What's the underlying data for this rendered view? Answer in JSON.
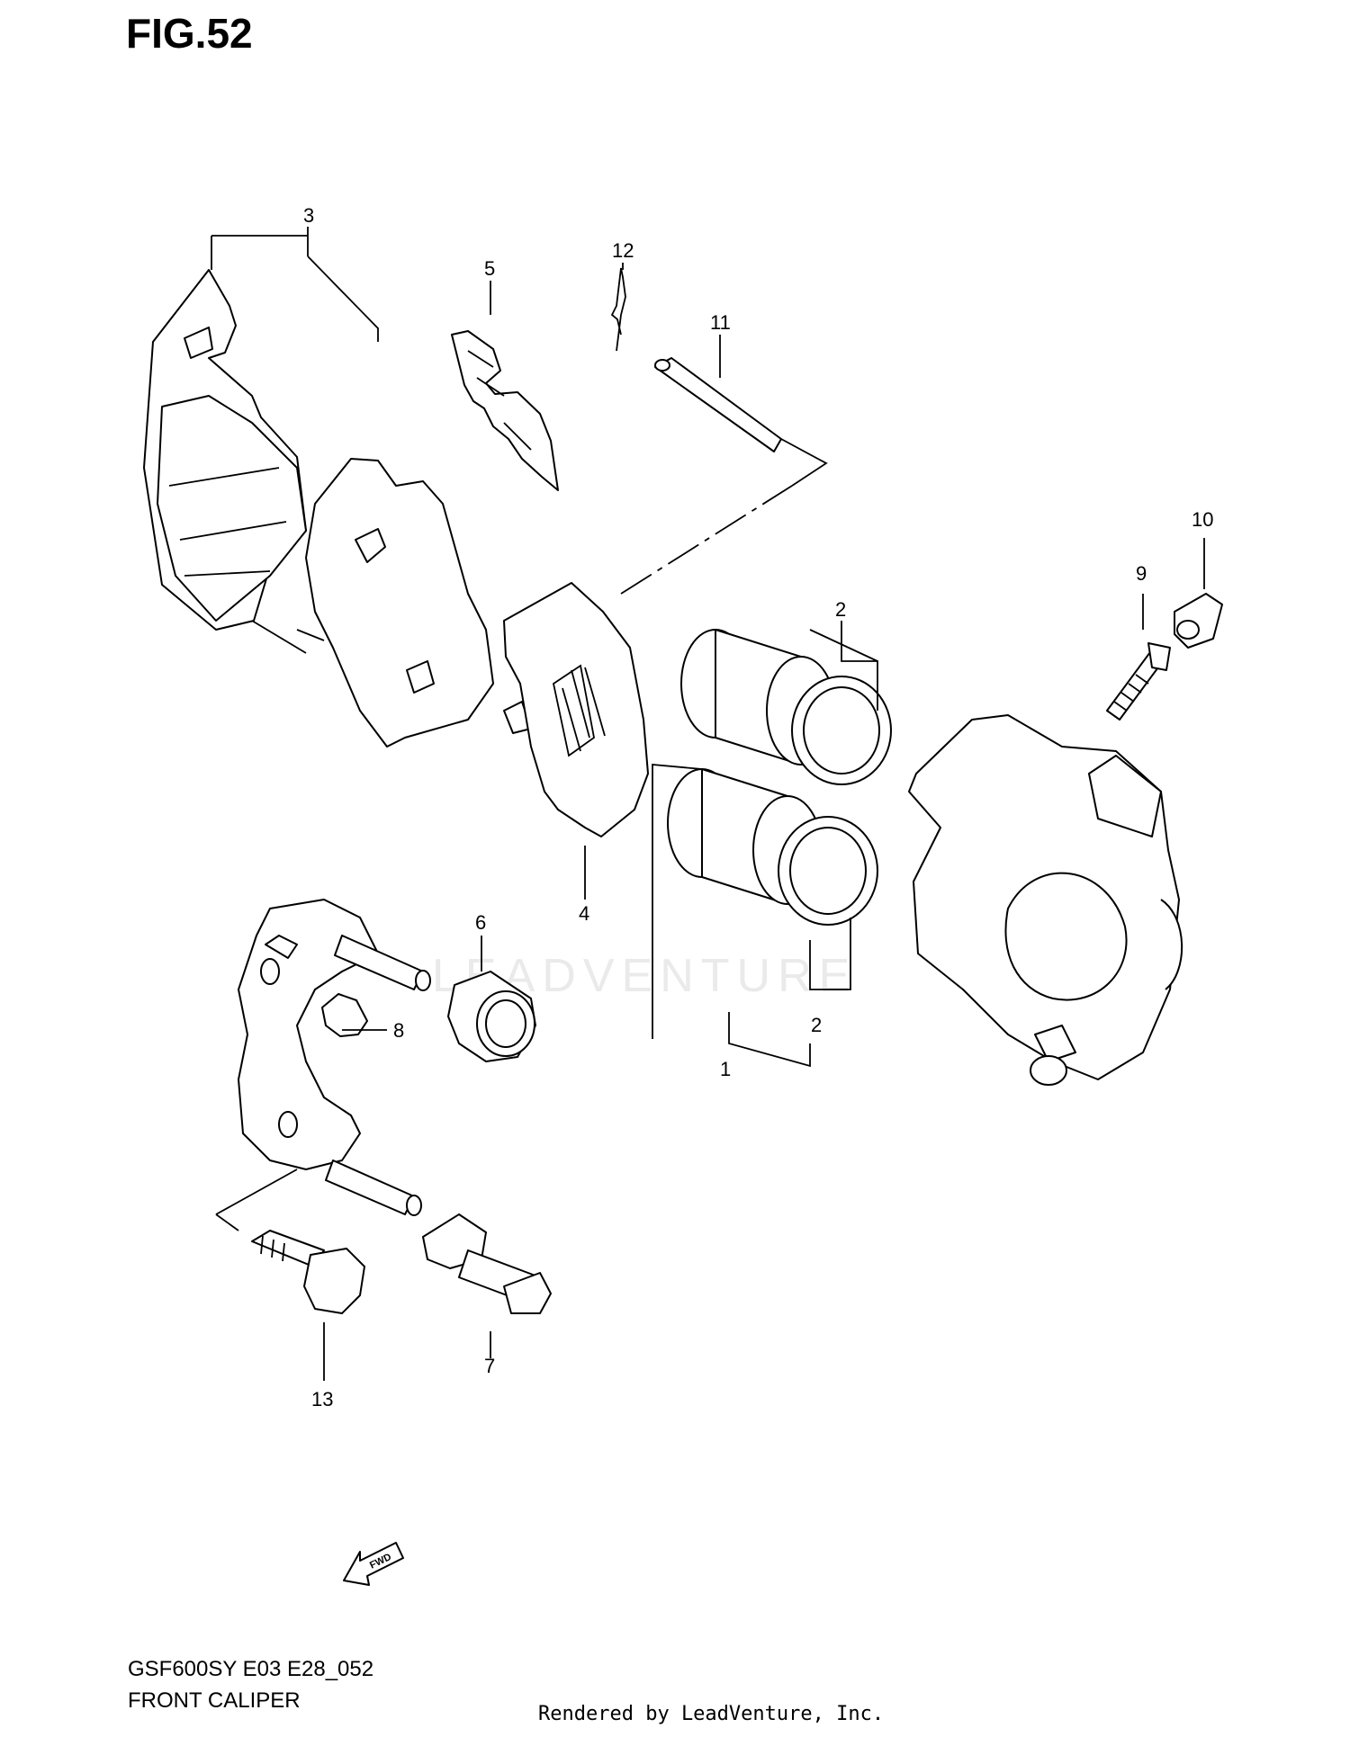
{
  "figure": {
    "title": "FIG.52",
    "code": "GSF600SY E03 E28_052",
    "name": "FRONT CALIPER"
  },
  "credit": "Rendered by LeadVenture, Inc.",
  "watermark": "LEADVENTURE",
  "fwd_arrow_label": "FWD",
  "callouts": [
    {
      "id": "callout-1",
      "text": "1"
    },
    {
      "id": "callout-2a",
      "text": "2"
    },
    {
      "id": "callout-2b",
      "text": "2"
    },
    {
      "id": "callout-3",
      "text": "3"
    },
    {
      "id": "callout-4",
      "text": "4"
    },
    {
      "id": "callout-5",
      "text": "5"
    },
    {
      "id": "callout-6",
      "text": "6"
    },
    {
      "id": "callout-7",
      "text": "7"
    },
    {
      "id": "callout-8",
      "text": "8"
    },
    {
      "id": "callout-9",
      "text": "9"
    },
    {
      "id": "callout-10",
      "text": "10"
    },
    {
      "id": "callout-11",
      "text": "11"
    },
    {
      "id": "callout-12",
      "text": "12"
    },
    {
      "id": "callout-13",
      "text": "13"
    }
  ]
}
